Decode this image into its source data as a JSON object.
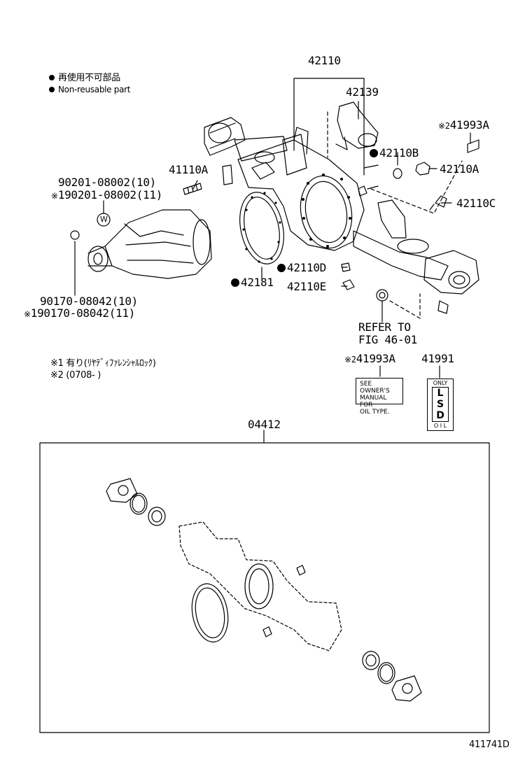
{
  "legend": {
    "nonreusable_jp": "再使用不可部品",
    "nonreusable_en": "Non-reusable part"
  },
  "parts": {
    "p42110": "42110",
    "p42139": "42139",
    "p41993a_top": "41993A",
    "p42110b": "42110B",
    "p42110a": "42110A",
    "p42110c": "42110C",
    "p41110a": "41110A",
    "p90201_10": "90201-08002(10)",
    "p90201_11": "190201-08002(11)",
    "washer_mark": "W",
    "p42110d": "42110D",
    "p42181": "42181",
    "p42110e": "42110E",
    "p90170_10": "90170-08042(10)",
    "p90170_11": "190170-08042(11)",
    "refer_line1": "REFER TO",
    "refer_line2": "FIG 46-01",
    "p41993a_bottom": "41993A",
    "p41991": "41991",
    "p04412": "04412",
    "diagram_id": "411741D"
  },
  "markers": {
    "mark_top": "※2",
    "mark_90201": "※",
    "mark_90170": "※",
    "mark_bottom": "※2"
  },
  "notes": {
    "note1": "※1  有り(ﾘﾔﾃﾞｨﾌｧﾚﾝｼｬﾙﾛｯｸ)",
    "note2": "※2  (0708-       )"
  },
  "tags": {
    "oil_line1": "SEE OWNER'S",
    "oil_line2": "MANUAL  FOR",
    "oil_line3": "OIL  TYPE.",
    "lsd_top": "ONLY",
    "lsd_l": "L",
    "lsd_s": "S",
    "lsd_d": "D",
    "lsd_bottom": "O I L"
  }
}
